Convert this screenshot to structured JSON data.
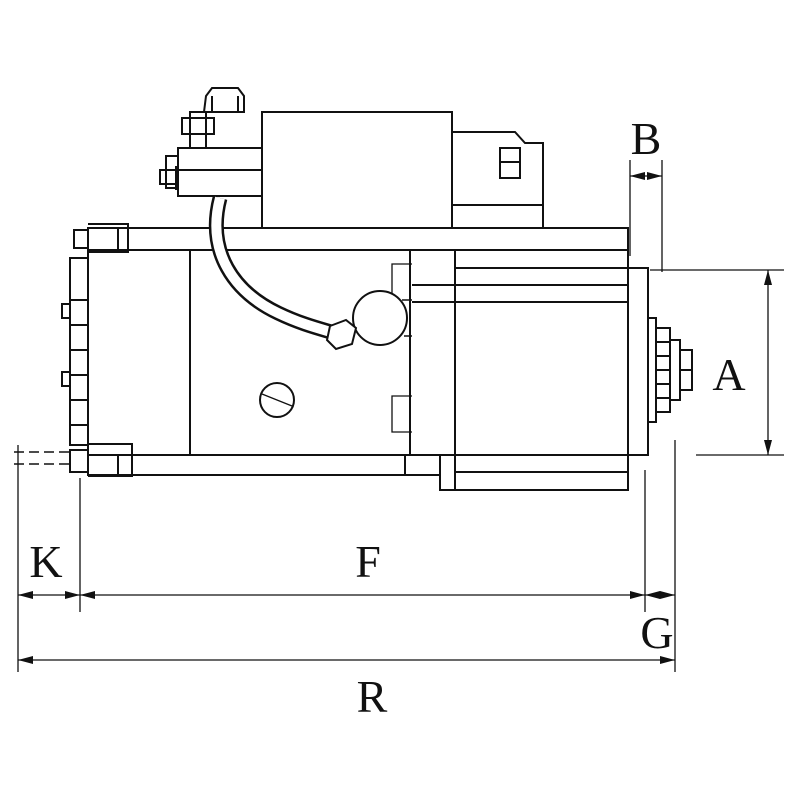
{
  "canvas": {
    "background_color": "#ffffff",
    "line_color": "#111111"
  },
  "dimension_labels": {
    "a": "A",
    "b": "B",
    "f": "F",
    "g": "G",
    "k": "K",
    "r": "R"
  }
}
